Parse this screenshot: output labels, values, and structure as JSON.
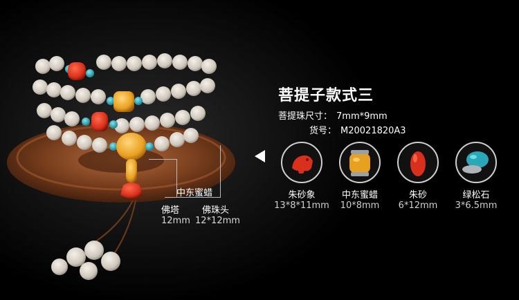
{
  "product": {
    "title": "菩提子款式三",
    "specs": [
      {
        "label": "菩提珠尺寸：",
        "value": "7mm*9mm"
      },
      {
        "label": "货号：",
        "value": "M20021820A3"
      }
    ]
  },
  "callouts": {
    "mideast_wax": "中东蜜蜡",
    "stupa": {
      "name": "佛塔",
      "size": "12mm"
    },
    "guru_bead": {
      "name": "佛珠头",
      "size": "12*12mm"
    }
  },
  "accessories": [
    {
      "name": "朱砂象",
      "size": "13*8*11mm",
      "icon": "cinnabar-elephant-icon"
    },
    {
      "name": "中东蜜蜡",
      "size": "10*8mm",
      "icon": "amber-bead-icon"
    },
    {
      "name": "朱砂",
      "size": "6*12mm",
      "icon": "cinnabar-bead-icon"
    },
    {
      "name": "绿松石",
      "size": "3*6.5mm",
      "icon": "turquoise-bead-icon"
    }
  ],
  "colors": {
    "background": "#000000",
    "cinnabar": "#d8301c",
    "amber": "#e8a020",
    "turquoise": "#2aa8b8",
    "bodhi_seed": "#ddd6cc",
    "wood_plate": "#7a3f1e"
  }
}
